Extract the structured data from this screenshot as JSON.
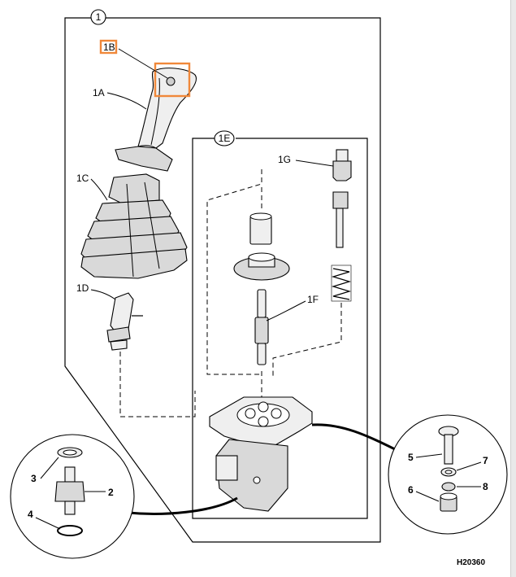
{
  "labels": {
    "l1": "1",
    "l1a": "1A",
    "l1b": "1B",
    "l1c": "1C",
    "l1d": "1D",
    "l1e": "1E",
    "l1f": "1F",
    "l1g": "1G",
    "l2": "2",
    "l3": "3",
    "l4": "4",
    "l5": "5",
    "l6": "6",
    "l7": "7",
    "l8": "8"
  },
  "figure_code": "H20360",
  "colors": {
    "highlight": "#f0883a"
  }
}
